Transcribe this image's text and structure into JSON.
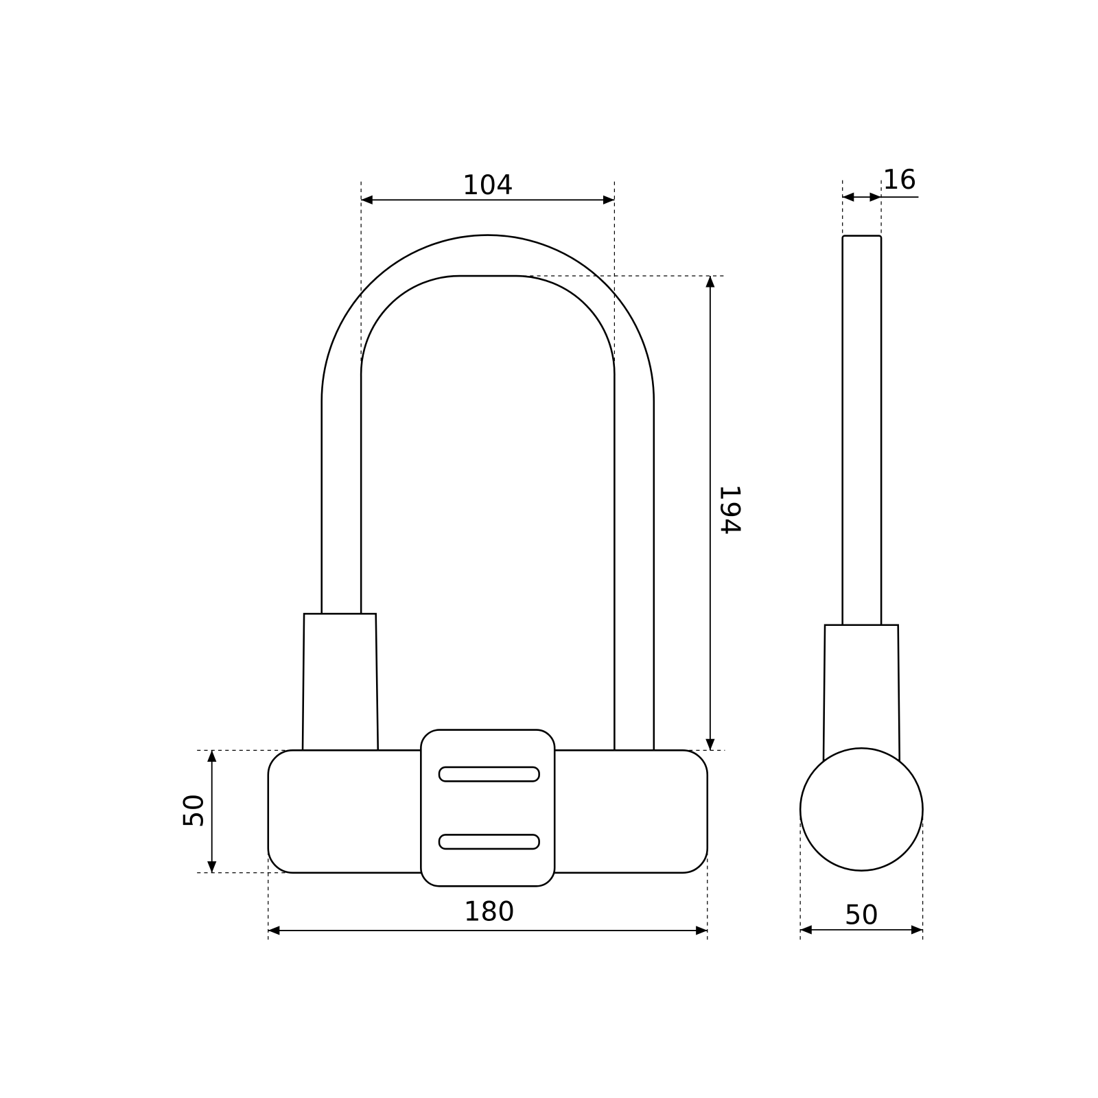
{
  "title": "U-lock dimension drawing",
  "dimensions": {
    "shackle_inner_width": "104",
    "shackle_inner_height": "194",
    "body_height": "50",
    "body_width": "180",
    "shackle_diameter": "16",
    "side_body_diameter": "50"
  },
  "colors": {
    "line": "#000000",
    "background": "#ffffff"
  }
}
